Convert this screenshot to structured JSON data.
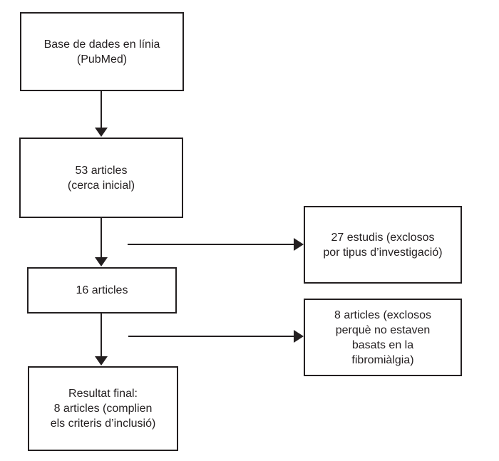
{
  "colors": {
    "ink": "#231f20",
    "background": "#ffffff"
  },
  "diagram": {
    "type": "flowchart",
    "language": "Catalan",
    "nodes": {
      "database": {
        "label": "Base de dades en línia\n(PubMed)"
      },
      "initial_search": {
        "label": "53 articles\n(cerca inicial)"
      },
      "screened": {
        "label": "16 articles"
      },
      "final": {
        "label": "Resultat final:\n8 articles (complien\nels criteris d’inclusió)"
      },
      "excluded_study_type": {
        "label": "27 estudis (exclosos\npor tipus d’investigació)"
      },
      "excluded_not_fibromyalgia": {
        "label": "8 articles (exclosos\nperquè no estaven\nbasats en la\nfibromiàlgia)"
      }
    },
    "edges": [
      {
        "from": "database",
        "to": "initial_search"
      },
      {
        "from": "initial_search",
        "to": "screened"
      },
      {
        "from": "initial_search",
        "to": "excluded_study_type"
      },
      {
        "from": "screened",
        "to": "final"
      },
      {
        "from": "screened",
        "to": "excluded_not_fibromyalgia"
      }
    ]
  }
}
